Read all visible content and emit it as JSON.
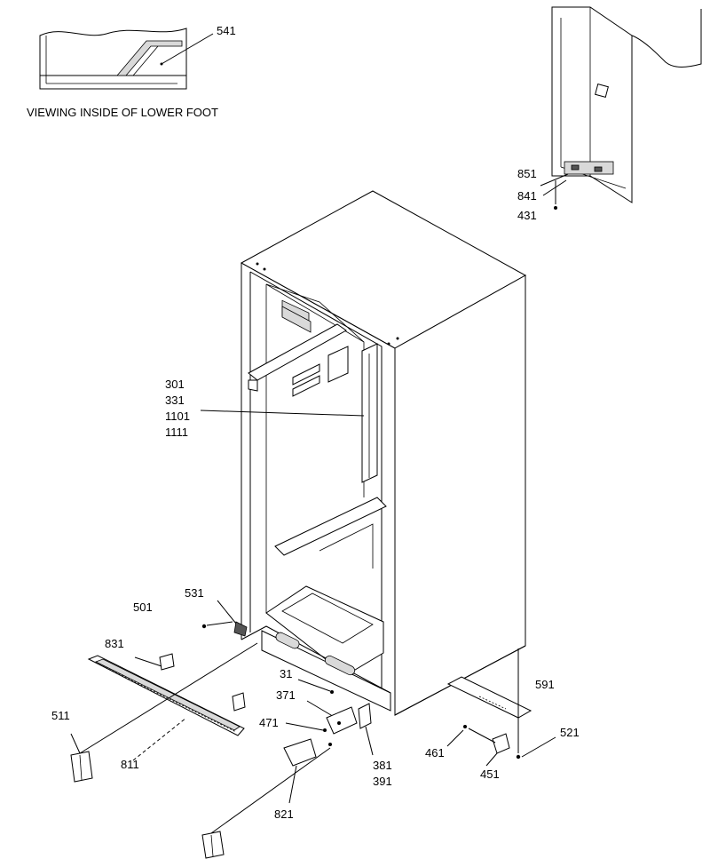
{
  "caption": "VIEWING INSIDE OF LOWER FOOT",
  "callouts": {
    "c541": "541",
    "c851": "851",
    "c841": "841",
    "c431": "431",
    "c301": "301",
    "c331": "331",
    "c1101": "1101",
    "c1111": "1111",
    "c531": "531",
    "c501": "501",
    "c831": "831",
    "c511": "511",
    "c811": "811",
    "c31": "31",
    "c371": "371",
    "c471": "471",
    "c381": "381",
    "c391": "391",
    "c821": "821",
    "c591": "591",
    "c521": "521",
    "c461": "461",
    "c451": "451"
  }
}
